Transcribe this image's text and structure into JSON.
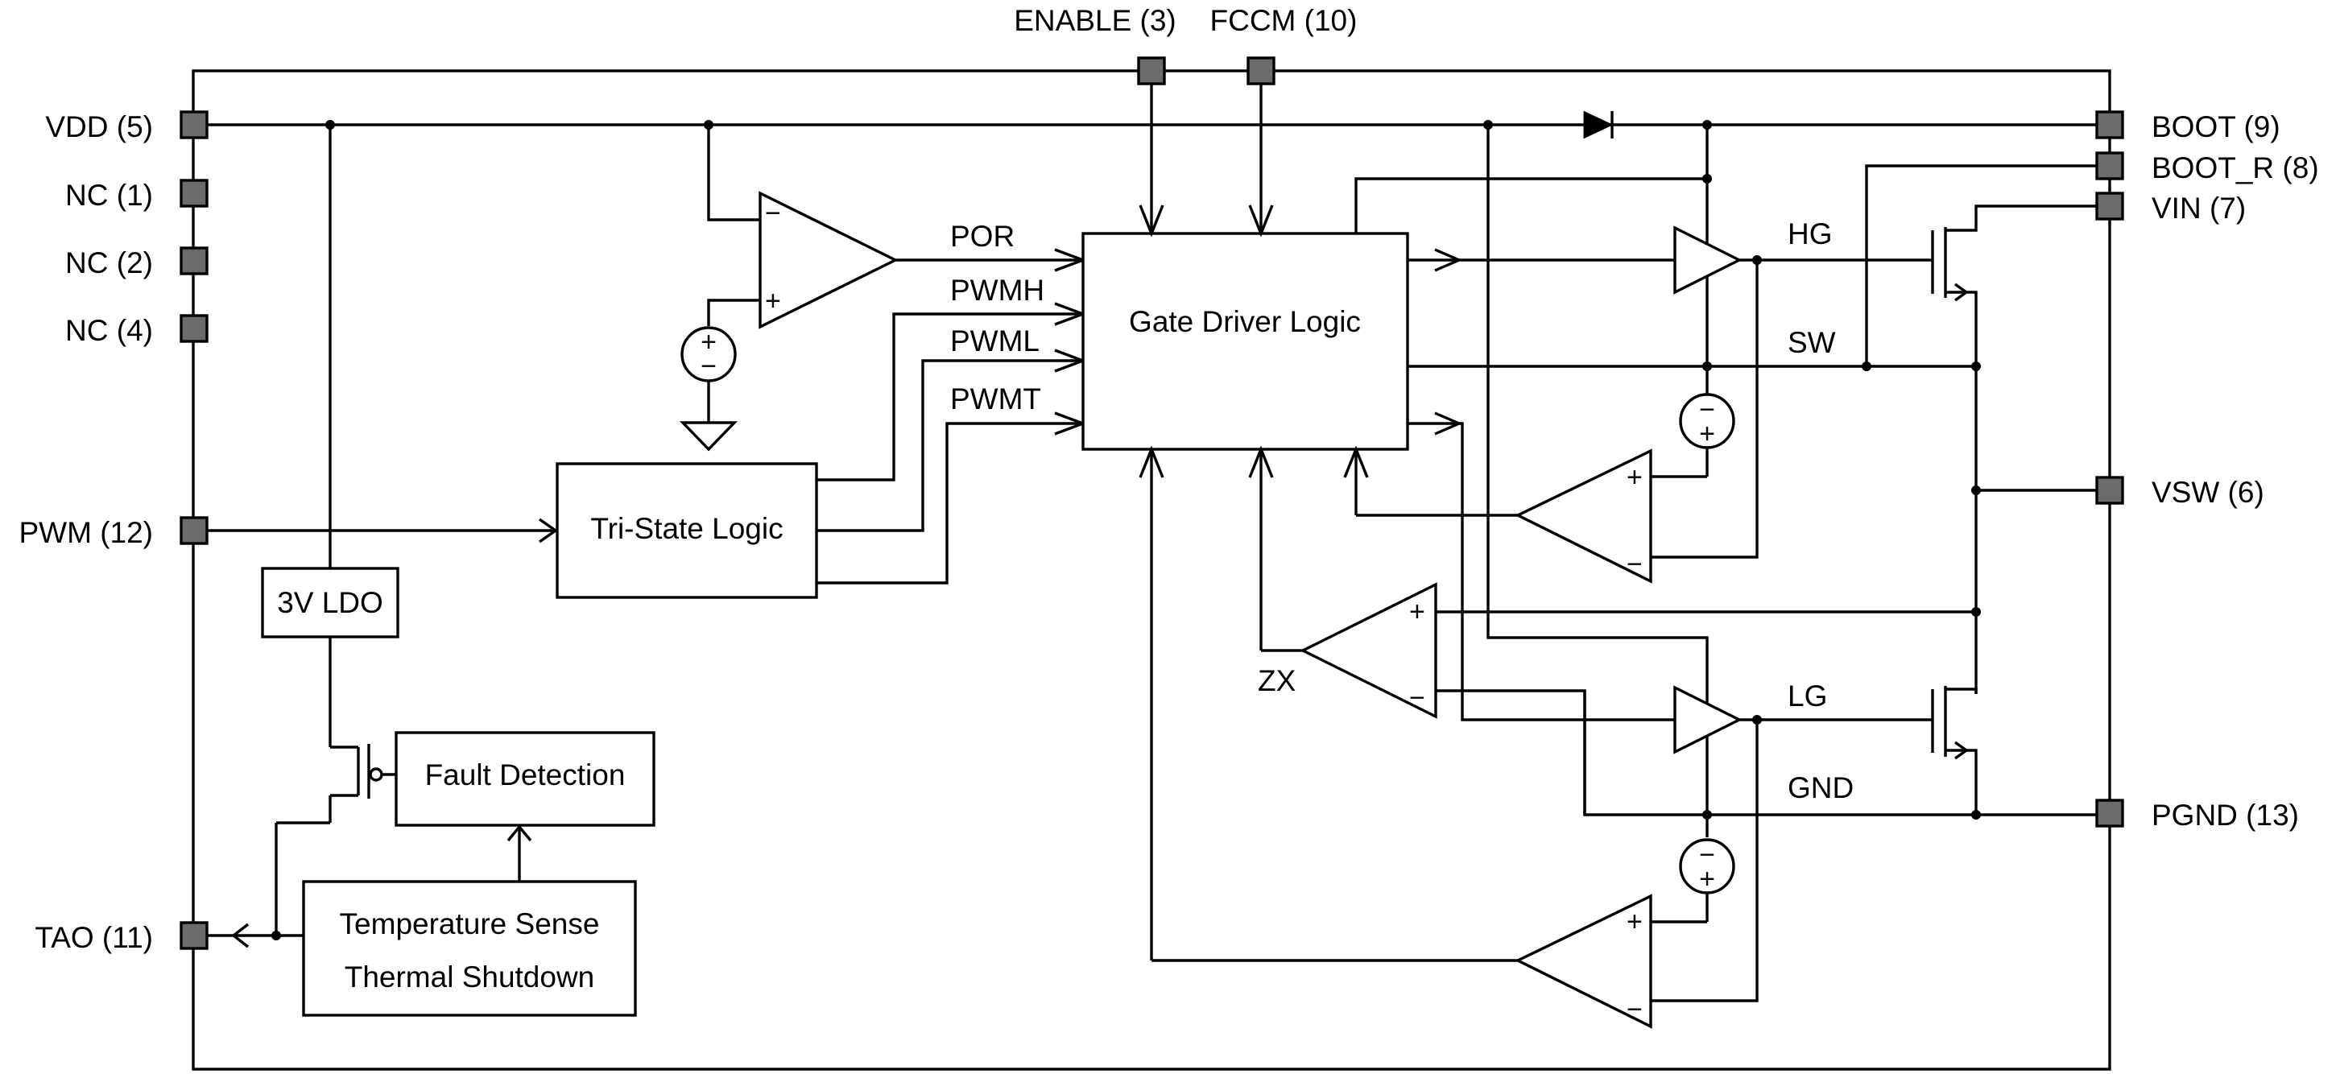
{
  "pins": {
    "vdd": "VDD (5)",
    "nc1": "NC (1)",
    "nc2": "NC (2)",
    "nc4": "NC (4)",
    "pwm": "PWM (12)",
    "tao": "TAO (11)",
    "enable": "ENABLE (3)",
    "fccm": "FCCM (10)",
    "boot": "BOOT (9)",
    "boot_r": "BOOT_R (8)",
    "vin": "VIN (7)",
    "vsw": "VSW (6)",
    "pgnd": "PGND (13)"
  },
  "blocks": {
    "gate_driver": "Gate Driver Logic",
    "tri_state": "Tri-State Logic",
    "ldo": "3V LDO",
    "fault": "Fault Detection",
    "temp_line1": "Temperature Sense",
    "temp_line2": "Thermal Shutdown"
  },
  "signals": {
    "por": "POR",
    "pwmh": "PWMH",
    "pwml": "PWML",
    "pwmt": "PWMT",
    "hg": "HG",
    "sw": "SW",
    "lg": "LG",
    "gnd": "GND",
    "zx": "ZX"
  },
  "symbols": {
    "plus": "+",
    "minus": "−"
  }
}
